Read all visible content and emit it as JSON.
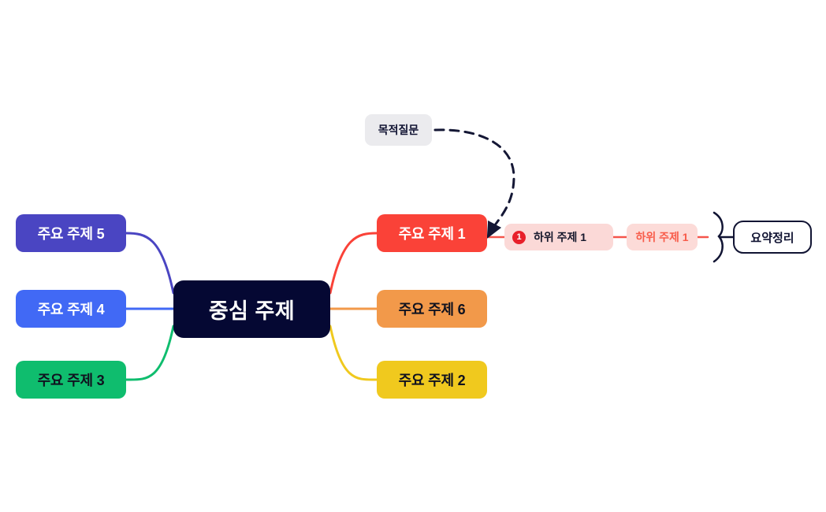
{
  "diagram": {
    "type": "mind-map",
    "background_color": "#ffffff",
    "central": {
      "label": "중심 주제",
      "bg_color": "#050833",
      "text_color": "#ffffff"
    },
    "left_branches": [
      {
        "label": "주요 주제 5",
        "bg_color": "#4a45c2",
        "text_color": "#ffffff",
        "edge_color": "#4a45c2"
      },
      {
        "label": "주요 주제 4",
        "bg_color": "#4169f5",
        "text_color": "#ffffff",
        "edge_color": "#4169f5"
      },
      {
        "label": "주요 주제 3",
        "bg_color": "#0fbd6e",
        "text_color": "#10121f",
        "edge_color": "#0fbd6e"
      }
    ],
    "right_branches": [
      {
        "label": "주요 주제 1",
        "bg_color": "#fa4238",
        "text_color": "#ffffff",
        "edge_color": "#fa4238"
      },
      {
        "label": "주요 주제 6",
        "bg_color": "#f2994a",
        "text_color": "#10121f",
        "edge_color": "#f2994a"
      },
      {
        "label": "주요 주제 2",
        "bg_color": "#f0c91e",
        "text_color": "#10121f",
        "edge_color": "#f0c91e"
      }
    ],
    "sub_branches": [
      {
        "label": "하위 주제 1",
        "badge": "1",
        "badge_color": "#e8202a",
        "bg_color": "#fbd9d7",
        "text_color": "#16182c"
      },
      {
        "label": "하위 주제 1",
        "bg_color": "#fcdbd8",
        "text_color": "#f85c4a"
      }
    ],
    "summary": {
      "label": "요약정리",
      "border_color": "#111433",
      "text_color": "#111433"
    },
    "annotation": {
      "label": "목적질문",
      "bg_color": "#ebebee",
      "text_color": "#111433",
      "connector_style": "dashed-arrow",
      "connector_color": "#141735"
    }
  }
}
